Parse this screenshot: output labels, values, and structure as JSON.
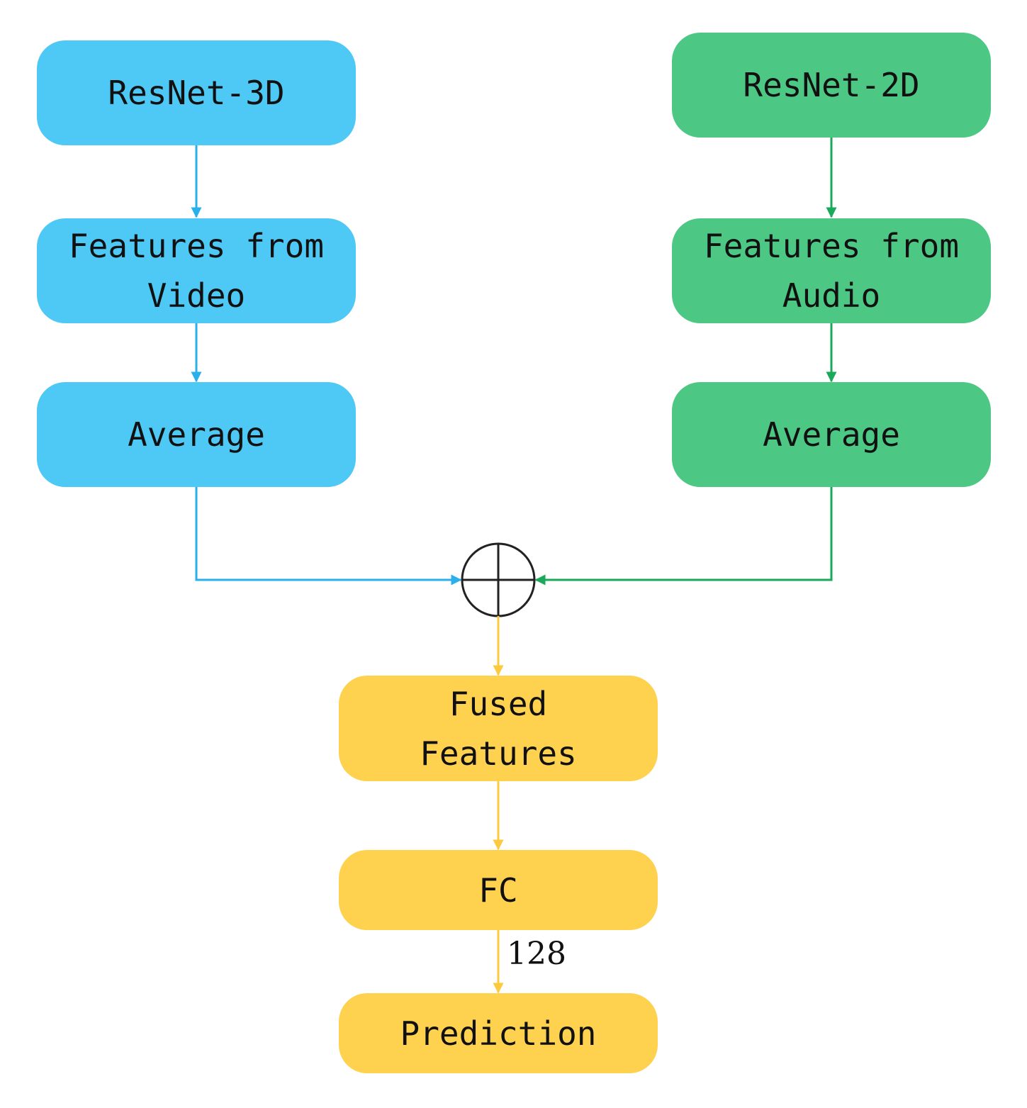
{
  "nodes": {
    "resnet3d": "ResNet-3D",
    "video_features_line1": "Features from",
    "video_features_line2": "Video",
    "video_average": "Average",
    "resnet2d": "ResNet-2D",
    "audio_features_line1": "Features from",
    "audio_features_line2": "Audio",
    "audio_average": "Average",
    "fused_line1": "Fused",
    "fused_line2": "Features",
    "fc": "FC",
    "prediction": "Prediction"
  },
  "edge_labels": {
    "fc_to_prediction": "128"
  },
  "colors": {
    "video_branch": "#4ec8f5",
    "video_arrow": "#29b0ec",
    "audio_branch": "#4cc784",
    "audio_arrow": "#1aa85a",
    "fusion_branch": "#fed24f",
    "fusion_arrow": "#fcc93f"
  },
  "fusion_operator": "circle-plus-icon"
}
